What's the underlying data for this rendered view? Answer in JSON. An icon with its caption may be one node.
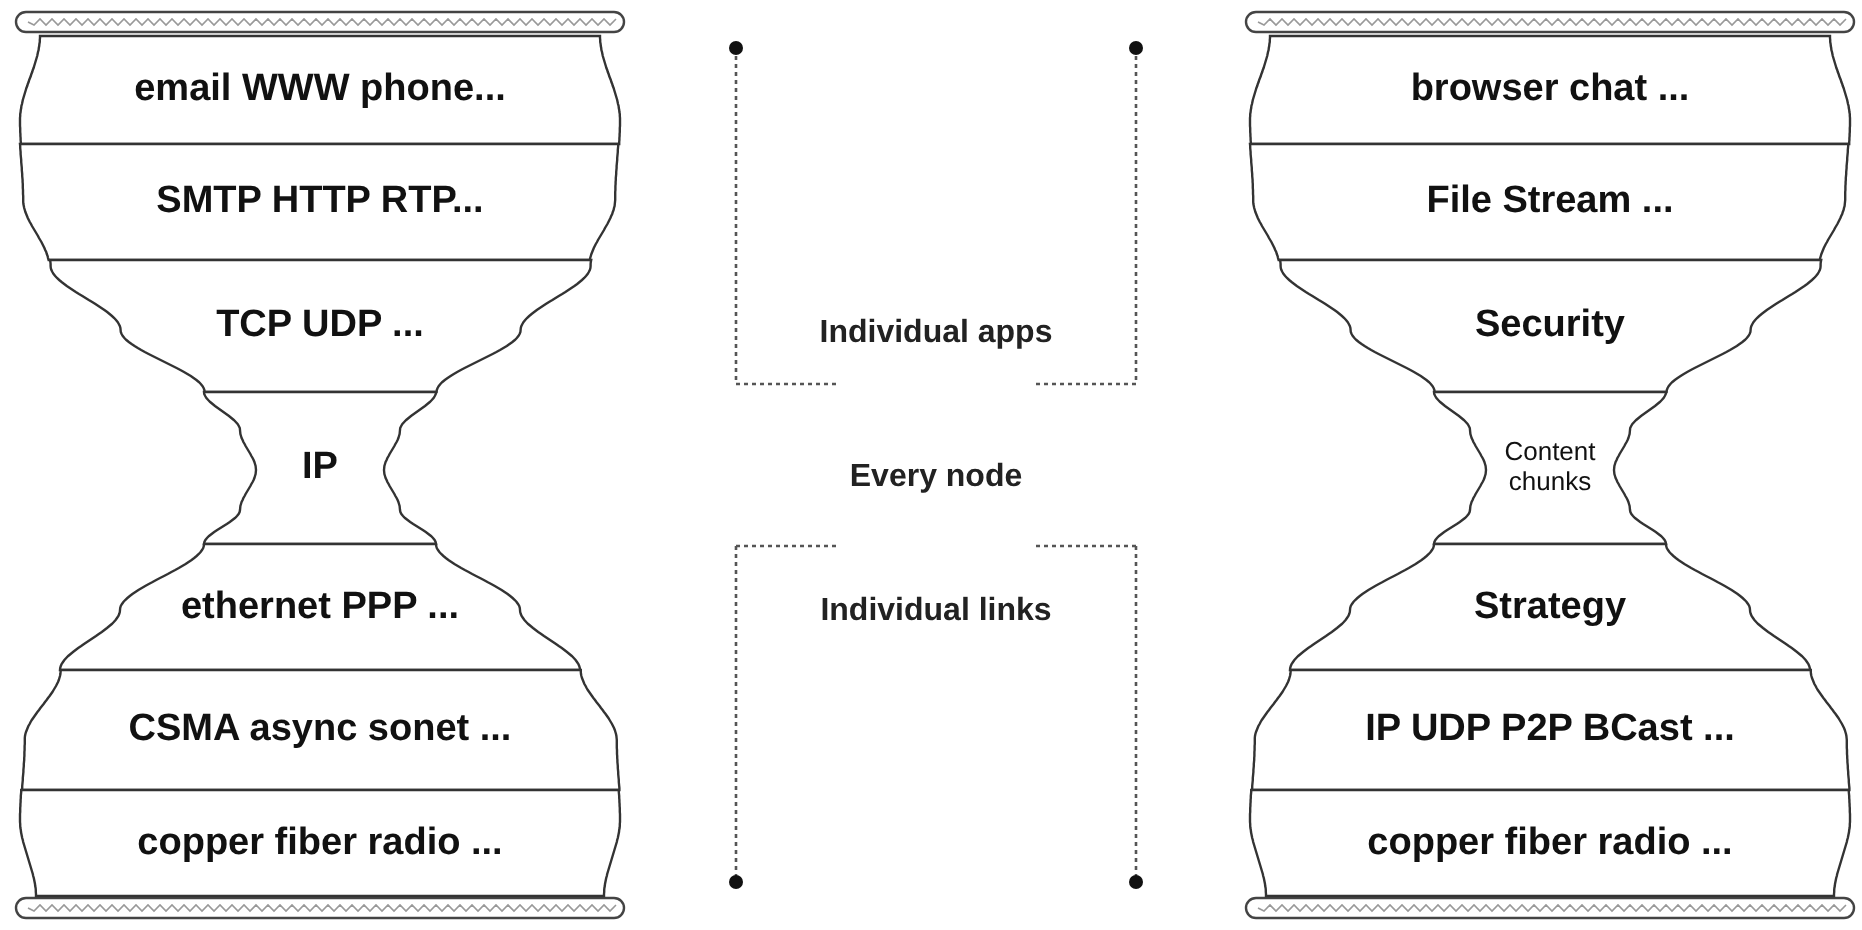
{
  "diagram": {
    "nodes": [
      {
        "text": [
          "email WWW phone..."
        ]
      },
      {
        "text": [
          "SMTP HTTP RTP..."
        ]
      },
      {
        "text": [
          "TCP UDP ..."
        ]
      },
      {
        "text": [
          "IP"
        ]
      },
      {
        "text": [
          "ethernet PPP ..."
        ]
      },
      {
        "text": [
          "CSMA async sonet ..."
        ]
      },
      {
        "text": [
          "copper fiber radio ..."
        ]
      },
      {
        "text": [
          "browser chat ..."
        ]
      },
      {
        "text": [
          "File Stream ..."
        ]
      },
      {
        "text": [
          "Security"
        ]
      },
      {
        "text": [
          "Content chunks"
        ]
      },
      {
        "text": [
          "Strategy"
        ]
      },
      {
        "text": [
          "IP UDP P2P BCast ..."
        ]
      },
      {
        "text": [
          "copper fiber radio ..."
        ]
      }
    ],
    "labels": [
      "Individual apps",
      "Every node",
      "Individual links"
    ]
  }
}
